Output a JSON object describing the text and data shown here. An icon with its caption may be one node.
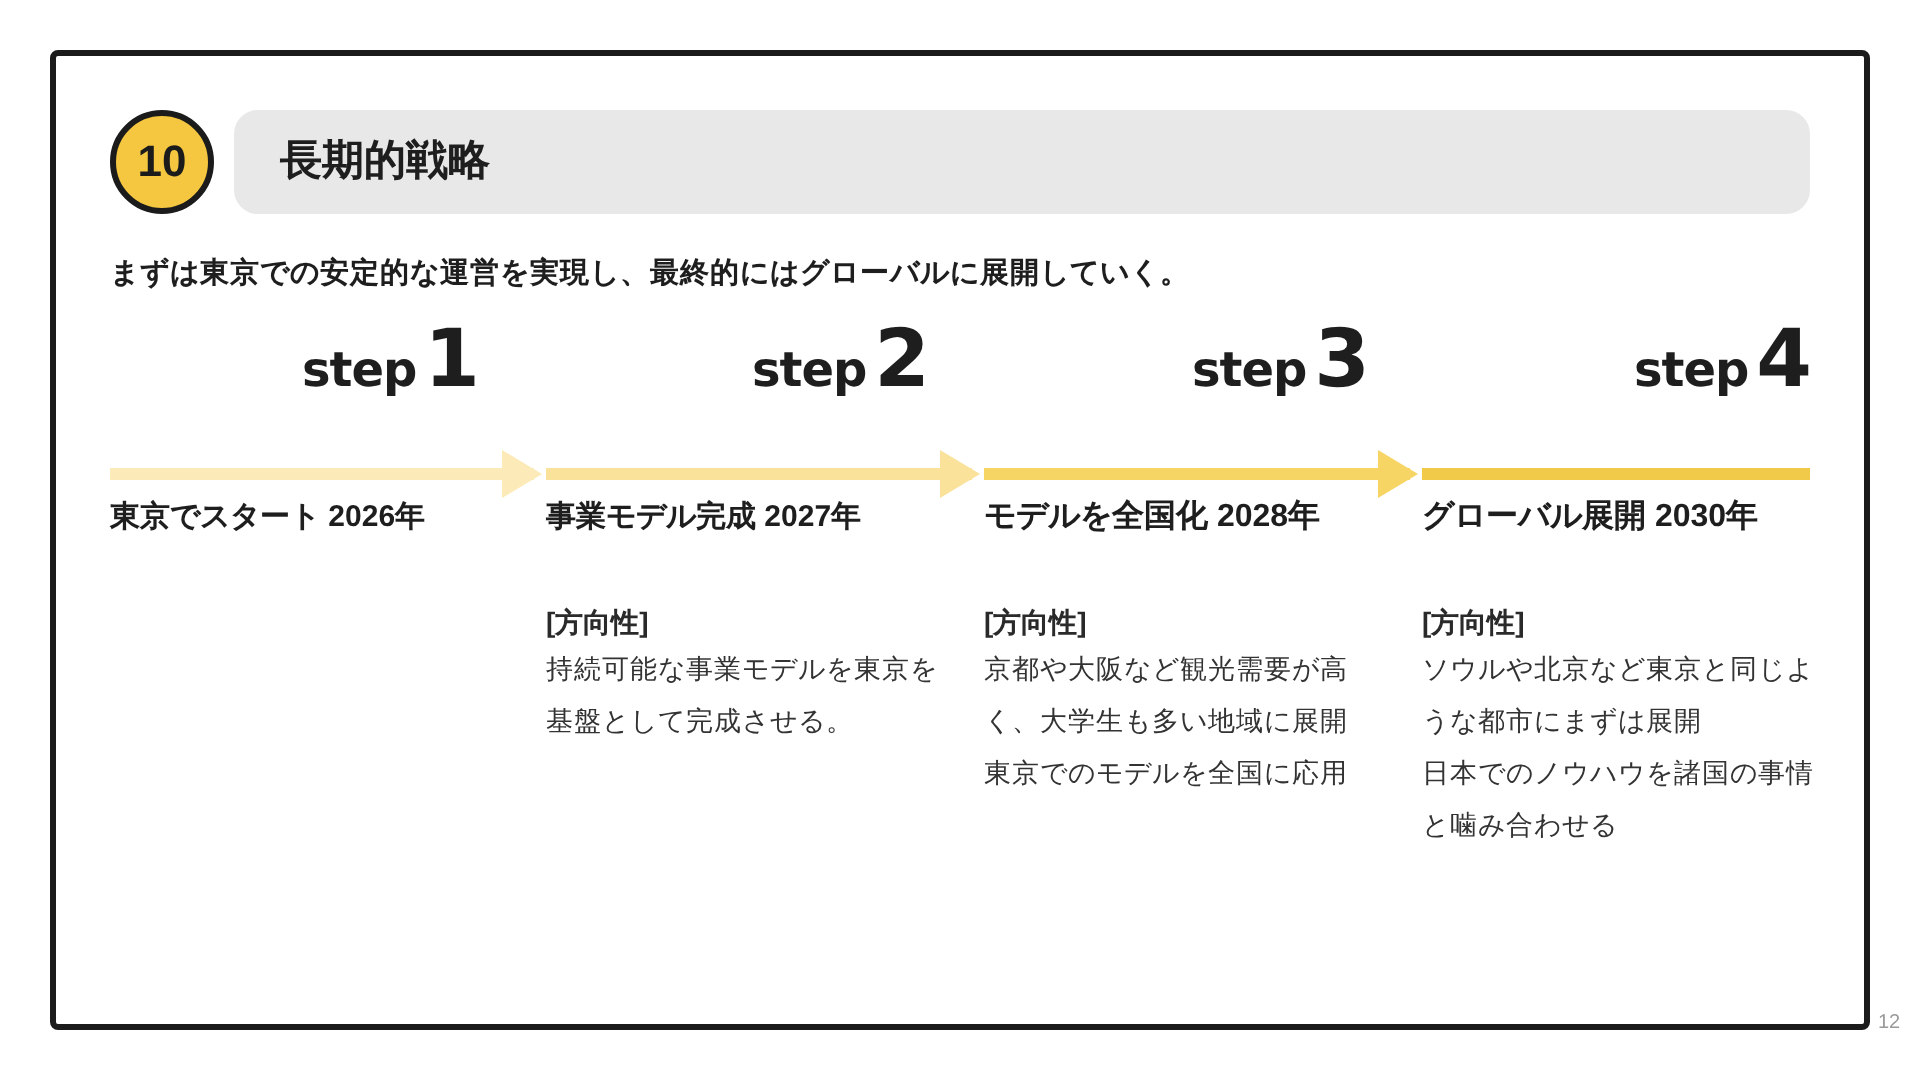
{
  "diagram": {
    "title": "長期的戦略",
    "nodes": [
      {
        "text": [
          "10"
        ]
      },
      {
        "text": [
          "東京でスタート 2026年"
        ],
        "beside": [
          "step",
          "1"
        ]
      },
      {
        "text": [
          "事業モデル完成 2027年",
          "[方向性]",
          "持続可能な事業モデルを東京を基盤として完成させる。"
        ],
        "beside": [
          "step",
          "2"
        ]
      },
      {
        "text": [
          "モデルを全国化 2028年",
          "[方向性]",
          "京都や大阪など観光需要が高く、大学生も多い地域に展開",
          "東京でのモデルを全国に応用"
        ],
        "beside": [
          "step",
          "3"
        ]
      },
      {
        "text": [
          "グローバル展開 2030年",
          "[方向性]",
          "ソウルや北京など東京と同じような都市にまずは展開",
          "日本でのノウハウを諸国の事情と噛み合わせる"
        ],
        "beside": [
          "step",
          "4"
        ]
      }
    ],
    "edges": [
      {
        "from": 1,
        "to": 2,
        "arrow": "to",
        "color": "#fcebb8"
      },
      {
        "from": 2,
        "to": 3,
        "arrow": "to",
        "color": "#fae29a"
      },
      {
        "from": 3,
        "to": 4,
        "arrow": "to",
        "color": "#f7d565"
      }
    ],
    "labels": [
      "まずは東京での安定的な運営を実現し、最終的にはグローバルに展開していく。",
      "12"
    ]
  }
}
